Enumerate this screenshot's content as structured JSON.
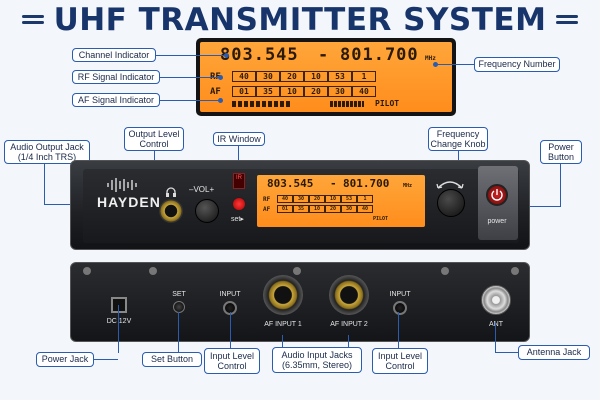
{
  "title": "UHF TRANSMITTER SYSTEM",
  "callouts": {
    "channel_indicator": "Channel Indicator",
    "rf_signal_indicator": "RF Signal Indicator",
    "af_signal_indicator": "AF Signal Indicator",
    "frequency_number": "Frequency Number",
    "audio_output_jack": "Audio Output Jack\n(1/4 Inch TRS)",
    "output_level_control": "Output Level\nControl",
    "ir_window": "IR Window",
    "frequency_change_knob": "Frequency\nChange Knob",
    "power_button": "Power\nButton",
    "power_jack": "Power Jack",
    "set_button": "Set Button",
    "input_level_control_left": "Input Level\nControl",
    "audio_input_jacks": "Audio Input Jacks\n(6.35mm, Stereo)",
    "input_level_control_right": "Input Level\nControl",
    "antenna_jack": "Antenna Jack"
  },
  "lcd": {
    "freq_a": "803.545",
    "dash": "-",
    "freq_b": "801.700",
    "unit": "MHz",
    "rf_label": "RF",
    "af_label": "AF",
    "rf_values": [
      "40",
      "30",
      "20",
      "10",
      "53",
      "1"
    ],
    "af_values": [
      "01",
      "35",
      "10",
      "20",
      "30",
      "40"
    ],
    "pilot": "PILOT"
  },
  "front_panel": {
    "brand": "HAYDEN",
    "vol_label": "–VOL+",
    "ir_label": "IR",
    "set_label": "set▸",
    "power_label": "power"
  },
  "back_panel": {
    "dc_label": "DC 12V",
    "set_label": "SET",
    "input_left": "INPUT",
    "input_right": "INPUT",
    "af_input_1": "AF INPUT 1",
    "af_input_2": "AF INPUT 2",
    "ant_label": "ANT"
  },
  "colors": {
    "title": "#17356a",
    "callout_border": "#2a5db0",
    "lcd": "#ff9a2a",
    "power": "#e03030"
  }
}
